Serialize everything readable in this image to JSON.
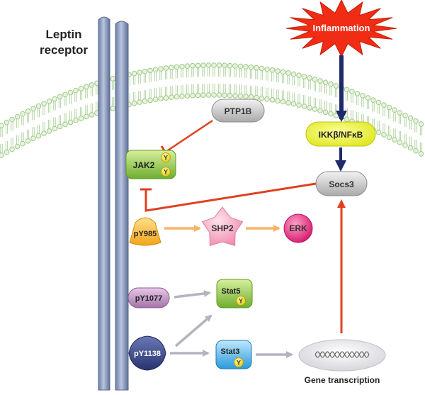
{
  "receptor": {
    "label_line1": "Leptin",
    "label_line2": "receptor"
  },
  "nodes": {
    "inflammation": "Inflammation",
    "ikk": "IKKβ/NFκB",
    "socs3": "Socs3",
    "ptp1b": "PTP1B",
    "jak2": "JAK2",
    "py985": "pY985",
    "shp2": "SHP2",
    "erk": "ERK",
    "py1077": "pY1077",
    "stat5": "Stat5",
    "py1138": "pY1138",
    "stat3": "Stat3",
    "gene_transcription": "Gene transcription"
  },
  "badge": "Y",
  "colors": {
    "inhibit": "#e0401f",
    "activate_orange": "#f6b36a",
    "activate_gray": "#b5b3c0",
    "inflammation_arrow": "#1f2a6b",
    "membrane": "#9fc98a",
    "receptor": "#8d9cc0"
  }
}
